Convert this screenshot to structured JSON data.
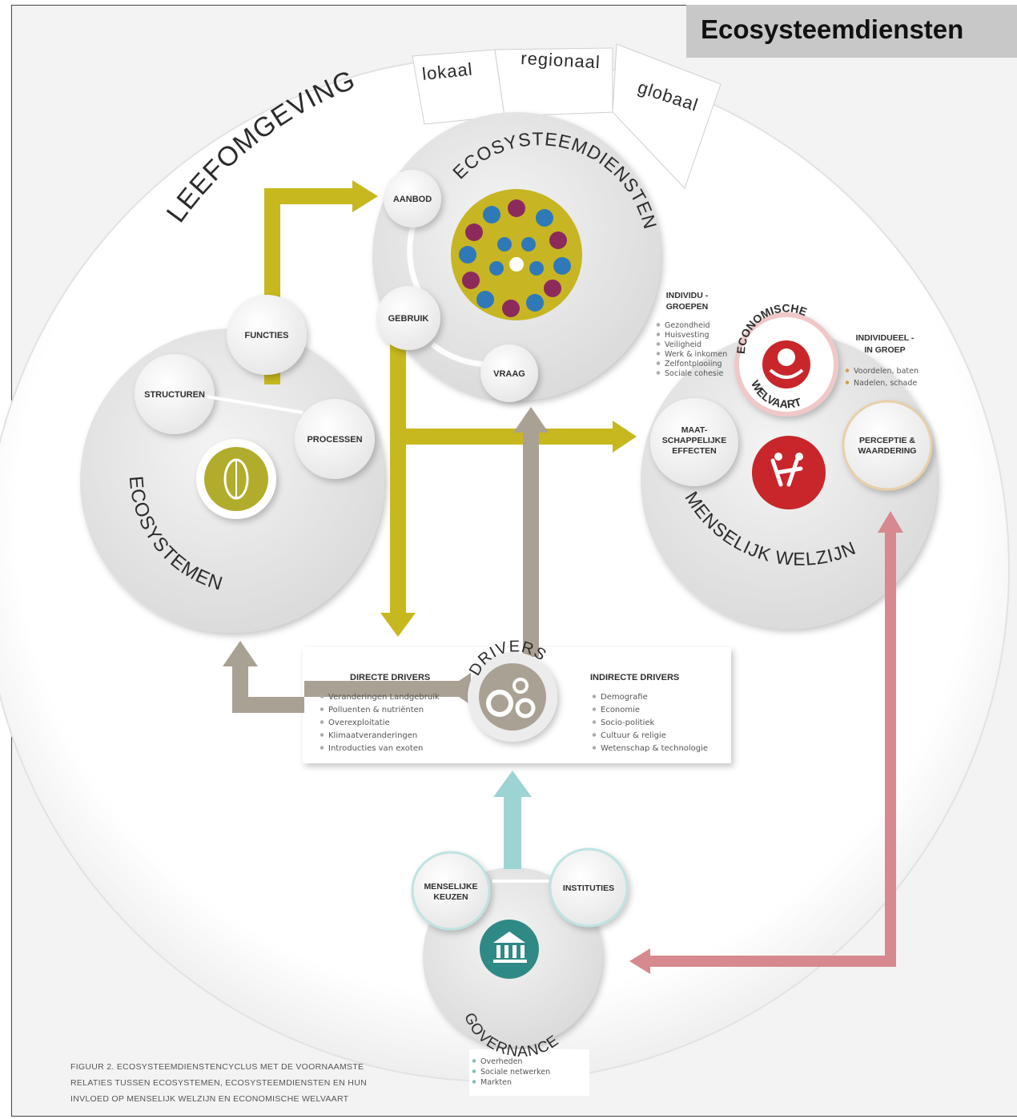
{
  "header": {
    "title": "Ecosysteemdiensten"
  },
  "figure": {
    "leefomgeving": "LEEFOMGEVING",
    "scales": [
      "lokaal",
      "regionaal",
      "globaal"
    ],
    "ecosysteemdiensten": {
      "title": "ECOSYSTEEMDIENSTEN",
      "aanbod": "AANBOD",
      "gebruik": "GEBRUIK",
      "vraag": "VRAAG"
    },
    "ecosystemen": {
      "title": "ECOSYSTEMEN",
      "functies": "FUNCTIES",
      "structuren": "STRUCTUREN",
      "processen": "PROCESSEN"
    },
    "welzijn": {
      "title": "MENSELIJK WELZIJN",
      "individu_title": [
        "INDIVIDU -",
        "GROEPEN"
      ],
      "individu_items": [
        "Gezondheid",
        "Huisvesting",
        "Veiligheid",
        "Werk & inkomen",
        "Zelfontplooiing",
        "Sociale cohesie"
      ],
      "economische": "ECONOMISCHE",
      "welvaart": "WELVAART",
      "individueel_title": [
        "INDIVIDUEEL -",
        "IN GROEP"
      ],
      "individueel_items": [
        "Voordelen, baten",
        "Nadelen, schade"
      ],
      "maatschappelijke": [
        "MAAT-",
        "SCHAPPELIJKE",
        "EFFECTEN"
      ],
      "perceptie": [
        "PERCEPTIE &",
        "WAARDERING"
      ]
    },
    "drivers": {
      "title": "DRIVERS",
      "direct_title": "DIRECTE DRIVERS",
      "direct_items": [
        "Veranderingen Landgebruik",
        "Polluenten & nutriënten",
        "Overexploitatie",
        "Klimaatveranderingen",
        "Introducties van exoten"
      ],
      "indirect_title": "INDIRECTE DRIVERS",
      "indirect_items": [
        "Demografie",
        "Economie",
        "Socio-politiek",
        "Cultuur & religie",
        "Wetenschap & technologie"
      ]
    },
    "governance": {
      "title": "GOVERNANCE",
      "menselijke": [
        "MENSELIJKE",
        "KEUZEN"
      ],
      "instituties": "INSTITUTIES",
      "items": [
        "Overheden",
        "Sociale netwerken",
        "Markten"
      ]
    },
    "caption": [
      "FIGUUR 2. ECOSYSTEEMDIENSTENCYCLUS MET DE VOORNAAMSTE",
      "RELATIES TUSSEN ECOSYSTEMEN, ECOSYSTEEMDIENSTEN EN HUN",
      "INVLOED OP MENSELIJK WELZIJN EN ECONOMISCHE WELVAART"
    ]
  },
  "colors": {
    "olive": "#c6b81e",
    "taupe": "#a9a193",
    "teal": "#9ed3d3",
    "pink": "#d6898e",
    "red": "#c8262b",
    "purple": "#8c2a5c",
    "mustard": "#bfae22",
    "blue": "#2f79b8",
    "dark_green": "#b1ac2c",
    "gov_teal": "#2f8a86"
  }
}
